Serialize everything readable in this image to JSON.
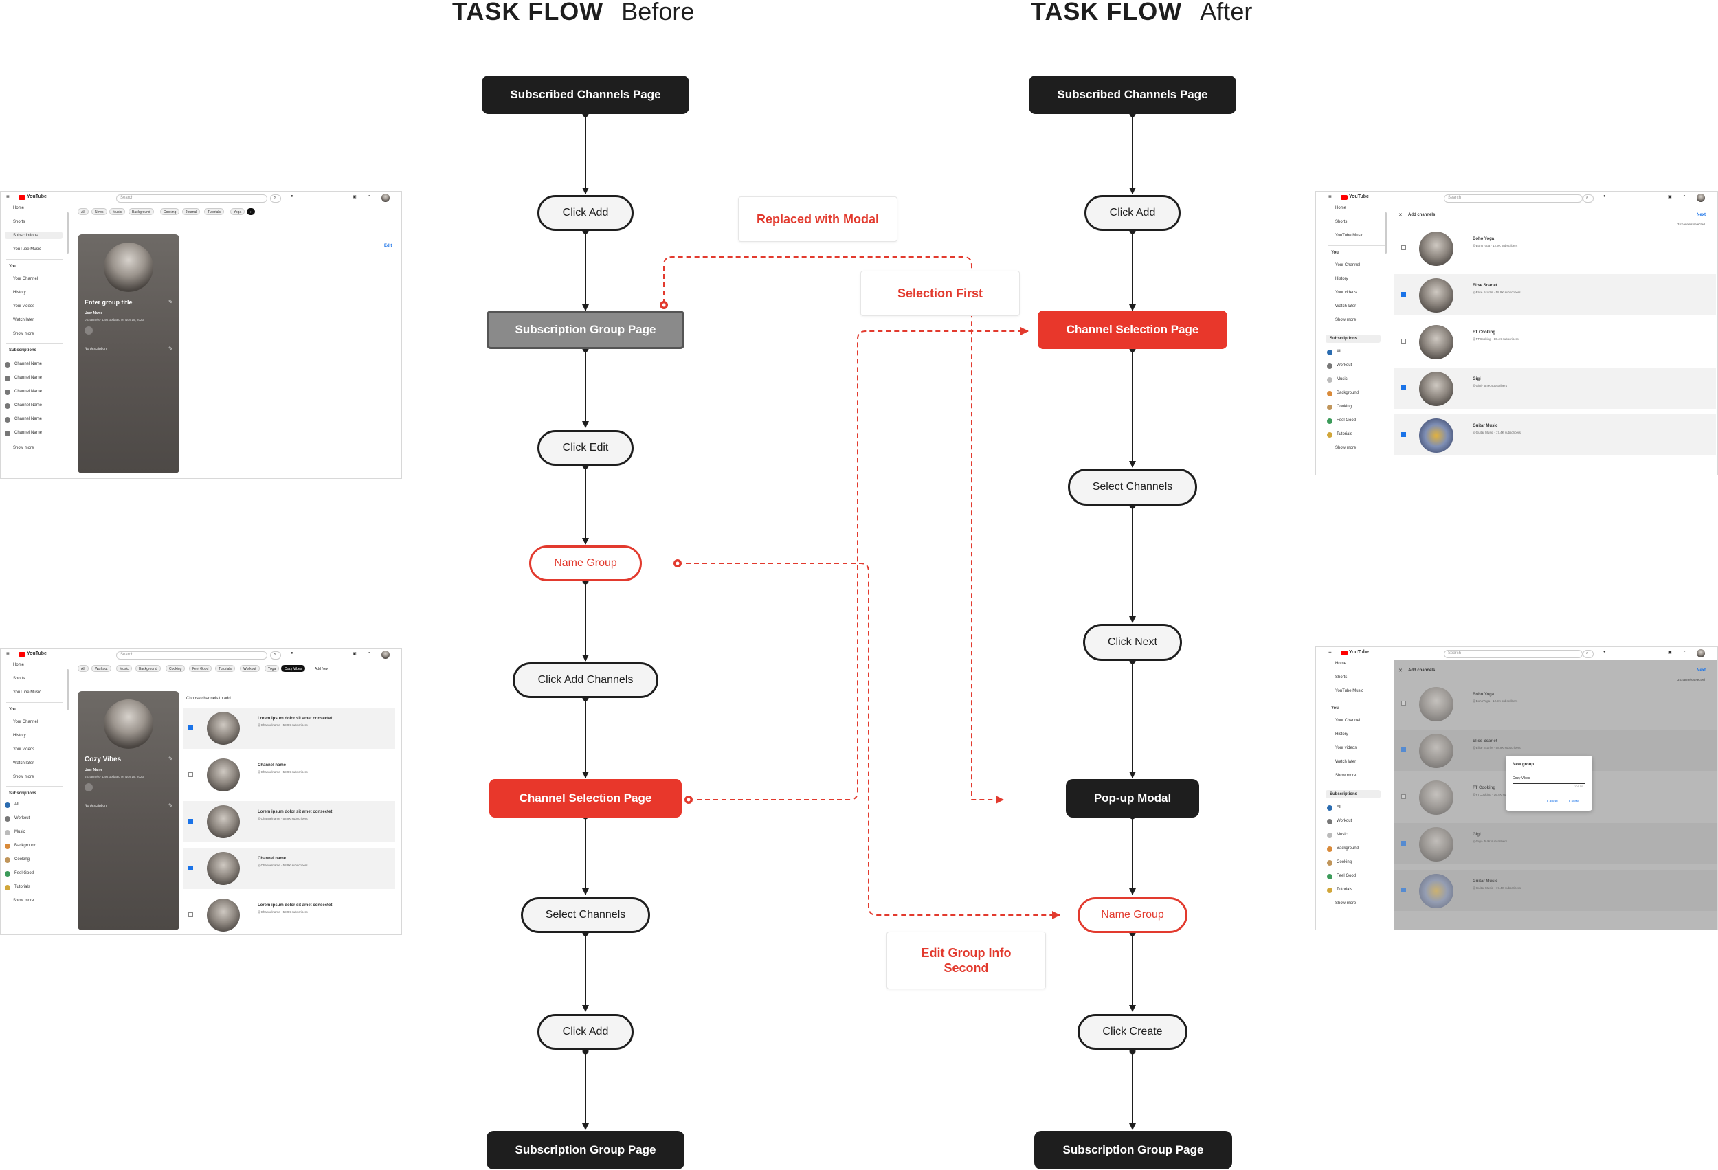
{
  "titles": {
    "before": {
      "bold": "TASK FLOW",
      "light": "Before"
    },
    "after": {
      "bold": "TASK FLOW",
      "light": "After"
    }
  },
  "before_flow": {
    "start": "Subscribed Channels Page",
    "click_add": "Click Add",
    "subscription_group_page": "Subscription Group Page",
    "click_edit": "Click Edit",
    "name_group": "Name Group",
    "click_add_channels": "Click Add Channels",
    "channel_selection_page": "Channel Selection Page",
    "select_channels": "Select Channels",
    "click_add_2": "Click Add",
    "end": "Subscription Group Page"
  },
  "after_flow": {
    "start": "Subscribed Channels Page",
    "click_add": "Click Add",
    "channel_selection_page": "Channel Selection Page",
    "select_channels": "Select Channels",
    "click_next": "Click Next",
    "popup_modal": "Pop-up Modal",
    "name_group": "Name Group",
    "click_create": "Click Create",
    "end": "Subscription Group Page"
  },
  "notes": {
    "replaced": "Replaced with Modal",
    "selection_first": "Selection First",
    "edit_group_info_line1": "Edit Group Info",
    "edit_group_info_line2": "Second"
  },
  "colors": {
    "accent": "#e8372b",
    "dark": "#1e1e1e",
    "grey": "#8a8a8a",
    "pill": "#f4f4f4"
  },
  "screens": {
    "logo": "YouTube",
    "search_placeholder": "Search",
    "nav": {
      "home": "Home",
      "shorts": "Shorts",
      "subscriptions": "Subscriptions",
      "music": "YouTube Music"
    },
    "you_section": "You",
    "you_items": [
      "Your Channel",
      "History",
      "Your videos",
      "Watch later",
      "Show more"
    ],
    "subscriptions_heading": "Subscriptions",
    "channel_names": [
      "Channel Name",
      "Channel Name",
      "Channel Name",
      "Channel Name",
      "Channel Name",
      "Channel Name"
    ],
    "show_more": "Show more",
    "s1": {
      "chips": [
        "All",
        "News",
        "Music",
        "Background",
        "Cooking",
        "Journal",
        "Tutorials",
        "Yoga"
      ],
      "edit": "Edit",
      "card_title": "Enter group title",
      "card_user": "User Name",
      "card_meta": "0 channels · Last updated on Nov 18, 2023",
      "card_desc": "No description"
    },
    "s2": {
      "chips": [
        "All",
        "Workout",
        "Music",
        "Background",
        "Cooking",
        "Feel Good",
        "Tutorials",
        "Workout",
        "Yoga",
        "Cozy Vibes",
        "Add New"
      ],
      "card_title": "Cozy Vibes",
      "card_user": "User Name",
      "card_meta": "5 channels · Last updated on Nov 18, 2023",
      "card_desc": "No description",
      "heading": "Choose channels to add",
      "sub_filters": [
        "All",
        "Workout",
        "Music",
        "Background",
        "Cooking",
        "Feel Good",
        "Tutorials"
      ],
      "rows": [
        {
          "title": "Lorem ipsum dolor sit amet consectet",
          "handle": "@Channelname · 58.9K subscribers",
          "checked": true
        },
        {
          "title": "Channel name",
          "handle": "@Channelname · 58.9K subscribers",
          "checked": false
        },
        {
          "title": "Lorem ipsum dolor sit amet consectet",
          "handle": "@Channelname · 58.9K subscribers",
          "checked": true
        },
        {
          "title": "Channel name",
          "handle": "@Channelname · 58.9K subscribers",
          "checked": true
        },
        {
          "title": "Lorem ipsum dolor sit amet consectet",
          "handle": "@Channelname · 58.9K subscribers",
          "checked": false
        }
      ]
    },
    "s3": {
      "header": "Add channels",
      "next": "Next",
      "selected": "3 channels selected",
      "sub_filters": [
        "All",
        "Workout",
        "Music",
        "Background",
        "Cooking",
        "Feel Good",
        "Tutorials"
      ],
      "rows": [
        {
          "title": "Boho Yoga",
          "handle": "@BohoYoga · 12.9K subscribers",
          "checked": false
        },
        {
          "title": "Elise Scarlet",
          "handle": "@Elise Scarlet · 58.9K subscribers",
          "checked": true
        },
        {
          "title": "FT Cooking",
          "handle": "@FTCooking · 16.4K subscribers",
          "checked": false
        },
        {
          "title": "Gigi",
          "handle": "@Gigi · 5.4K subscribers",
          "checked": true
        },
        {
          "title": "Guitar Music",
          "handle": "@Guitar Music · 17.4K subscribers",
          "checked": true
        }
      ]
    },
    "s4": {
      "modal_title": "New group",
      "modal_value": "Cozy Vibes",
      "modal_count": "10/150",
      "cancel": "Cancel",
      "create": "Create"
    }
  }
}
